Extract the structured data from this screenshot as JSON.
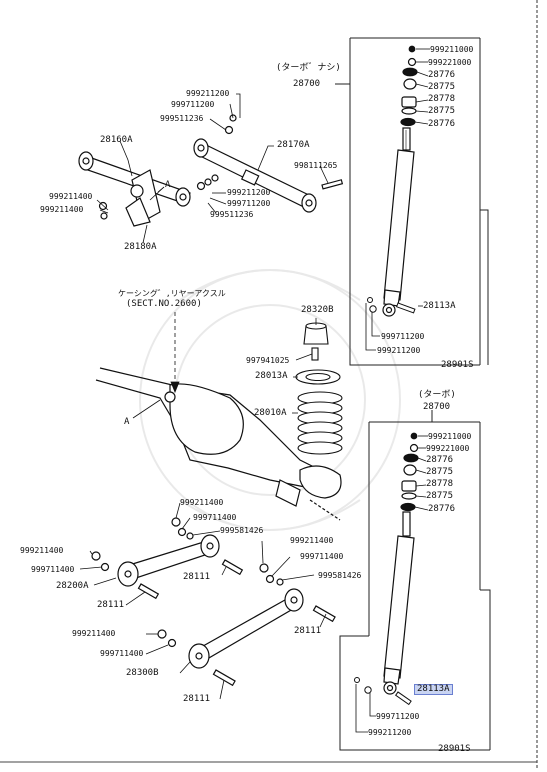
{
  "diagram": {
    "top_panel": {
      "note": "(ターボ゛ナシ)",
      "assembly_no": "28700",
      "parts": [
        "999211000",
        "999221000",
        "28776",
        "28775",
        "28778",
        "28775",
        "28776"
      ],
      "lower": [
        "28113A",
        "999711200",
        "999211200"
      ],
      "kit_no": "28901S"
    },
    "bottom_panel": {
      "note": "(ターボ)",
      "assembly_no": "28700",
      "parts": [
        "999211000",
        "999221000",
        "28776",
        "28775",
        "28778",
        "28775",
        "28776"
      ],
      "lower": [
        "28113A",
        "999711200",
        "999211200"
      ],
      "kit_no": "28901S"
    },
    "upper_arm": {
      "left_labels": [
        "28160A",
        "999211400",
        "999211400",
        "28180A"
      ],
      "right_labels": [
        "999211200",
        "999711200",
        "999511236",
        "28170A",
        "998111265",
        "999211200",
        "999711200",
        "999511236"
      ],
      "arrow_tag": "A"
    },
    "axle": {
      "housing_note": "ケーシング゛,リヤーアクスル",
      "sect_ref": "(SECT.NO.2600)",
      "arrow_tag": "A",
      "spring_parts": [
        "28320B",
        "997941025",
        "28013A",
        "28010A"
      ]
    },
    "lower_arms": {
      "labels": [
        "999211400",
        "999711400",
        "999581426",
        "999211400",
        "999711400",
        "28200A",
        "28111",
        "28111",
        "999211400",
        "999711400",
        "999581426",
        "28111",
        "999211400",
        "999711400",
        "28300B",
        "28111"
      ]
    }
  }
}
